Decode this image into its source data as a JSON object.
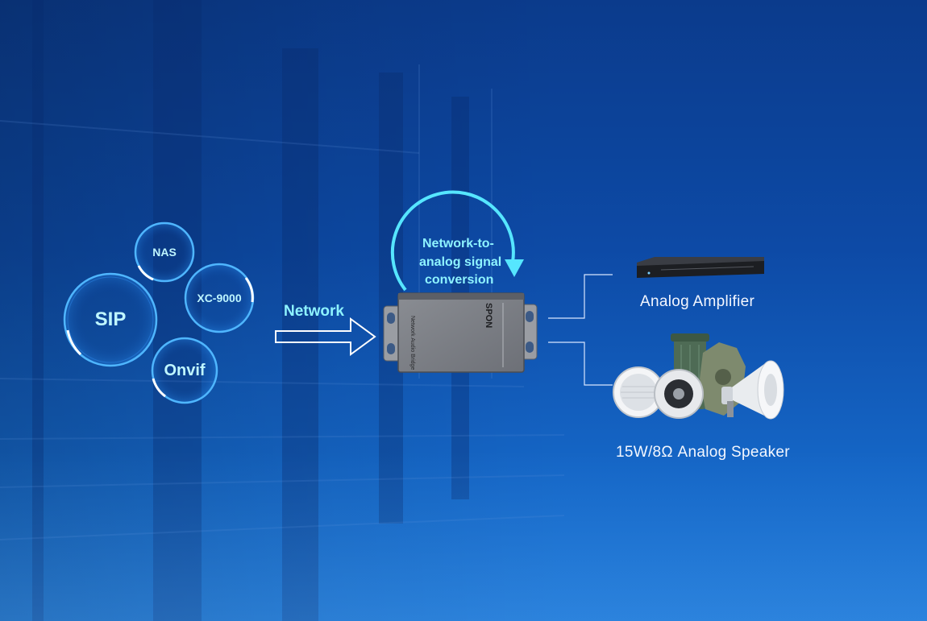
{
  "protocols": [
    {
      "key": "nas",
      "label": "NAS"
    },
    {
      "key": "xc9000",
      "label": "XC-9000"
    },
    {
      "key": "sip",
      "label": "SIP"
    },
    {
      "key": "onvif",
      "label": "Onvif"
    }
  ],
  "network_label": "Network",
  "conversion_label": [
    "Network-to-",
    "analog signal",
    "conversion"
  ],
  "device": {
    "brand": "SPON",
    "model_text": "Network Audio Bridge"
  },
  "outputs": {
    "amplifier_label": "Analog Amplifier",
    "speaker_label": "15W/8Ω Analog Speaker"
  },
  "colors": {
    "accent_cyan": "#8ef3ff",
    "background_top": "#0b3b8c",
    "background_bottom": "#1b74d2"
  }
}
